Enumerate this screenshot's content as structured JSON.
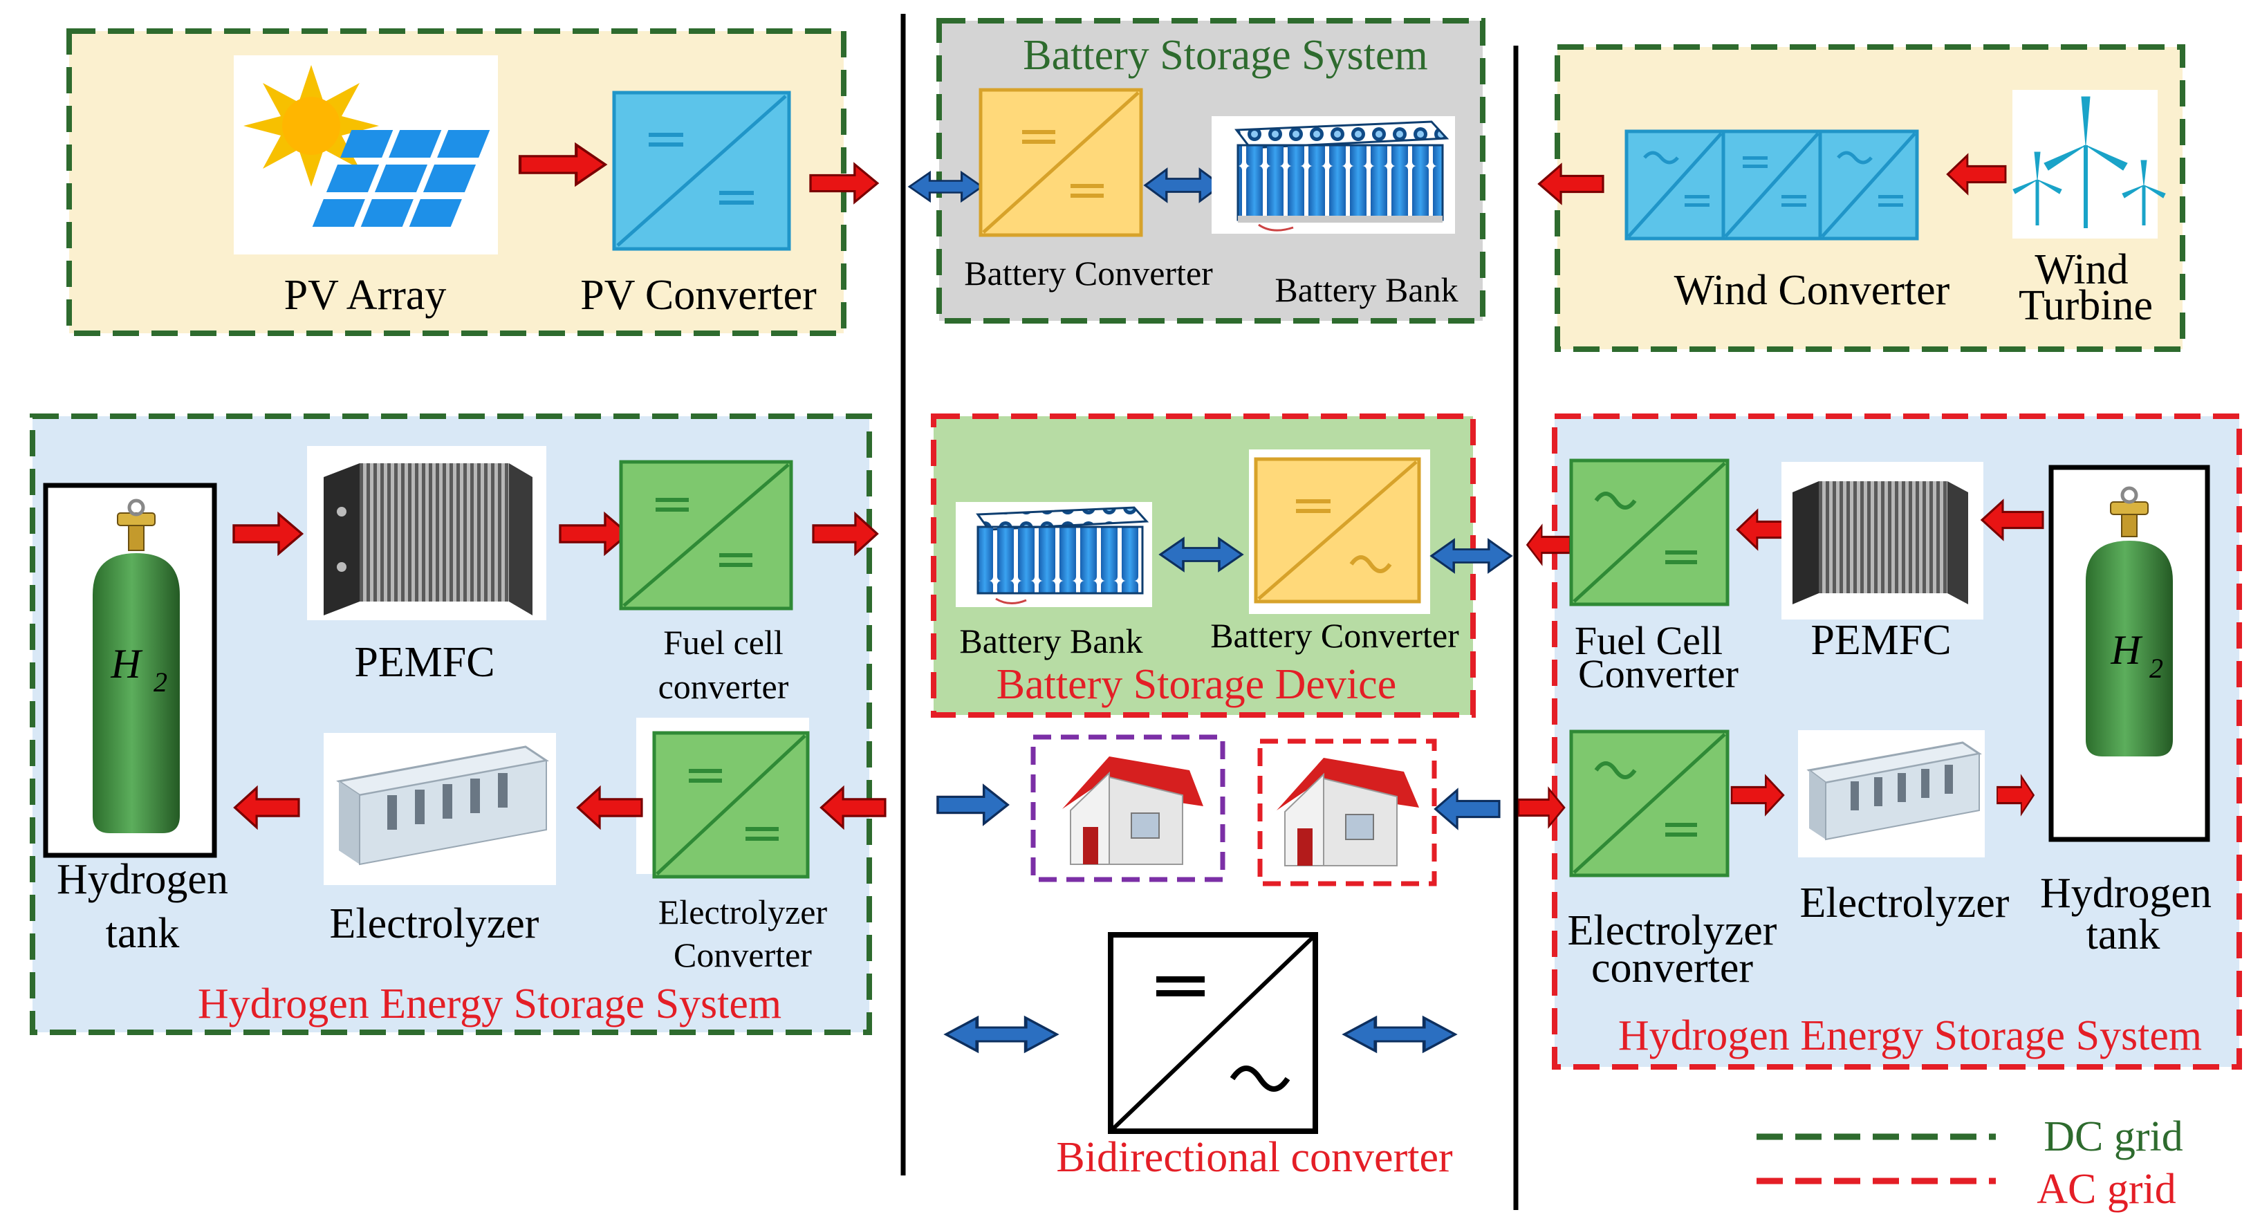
{
  "dc_pv_section": {
    "pv_array_label": "PV Array",
    "pv_converter_label": "PV Converter"
  },
  "battery_storage_system": {
    "title": "Battery Storage System",
    "converter_label": "Battery Converter",
    "bank_label": "Battery Bank"
  },
  "wind_section": {
    "converter_label": "Wind Converter",
    "turbine_label_line1": "Wind",
    "turbine_label_line2": "Turbine"
  },
  "dc_hydrogen": {
    "title": "Hydrogen Energy Storage System",
    "tank_label_line1": "Hydrogen",
    "tank_label_line2": "tank",
    "tank_symbol": "H",
    "tank_symbol_sub": "2",
    "pemfc_label": "PEMFC",
    "fc_converter_line1": "Fuel cell",
    "fc_converter_line2": "converter",
    "electrolyzer_label": "Electrolyzer",
    "el_converter_line1": "Electrolyzer",
    "el_converter_line2": "Converter"
  },
  "battery_storage_device": {
    "title": "Battery Storage Device",
    "bank_label": "Battery Bank",
    "converter_label": "Battery Converter"
  },
  "ac_hydrogen": {
    "title": "Hydrogen Energy Storage System",
    "fc_converter_line1": "Fuel Cell",
    "fc_converter_line2": "Converter",
    "pemfc_label": "PEMFC",
    "tank_symbol": "H",
    "tank_symbol_sub": "2",
    "el_converter_line1": "Electrolyzer",
    "el_converter_line2": "converter",
    "electrolyzer_label": "Electrolyzer",
    "tank_label_line1": "Hydrogen",
    "tank_label_line2": "tank"
  },
  "bidirectional_converter": {
    "label": "Bidirectional converter"
  },
  "legend": {
    "dc_label": "DC grid",
    "ac_label": "AC grid"
  },
  "colors": {
    "dc_grid": "#2e6b2e",
    "ac_grid": "#e41e26",
    "unidirectional_flow": "#e81414",
    "bidirectional_flow": "#2b6fc1",
    "dc_converter_blue": "#5cc4ea",
    "battery_converter_yellow": "#ffd97a",
    "hydrogen_converter_green": "#7ec86e",
    "pv_panel_blue": "#1e90e8",
    "cylinder_green": "#3f8f3f"
  }
}
